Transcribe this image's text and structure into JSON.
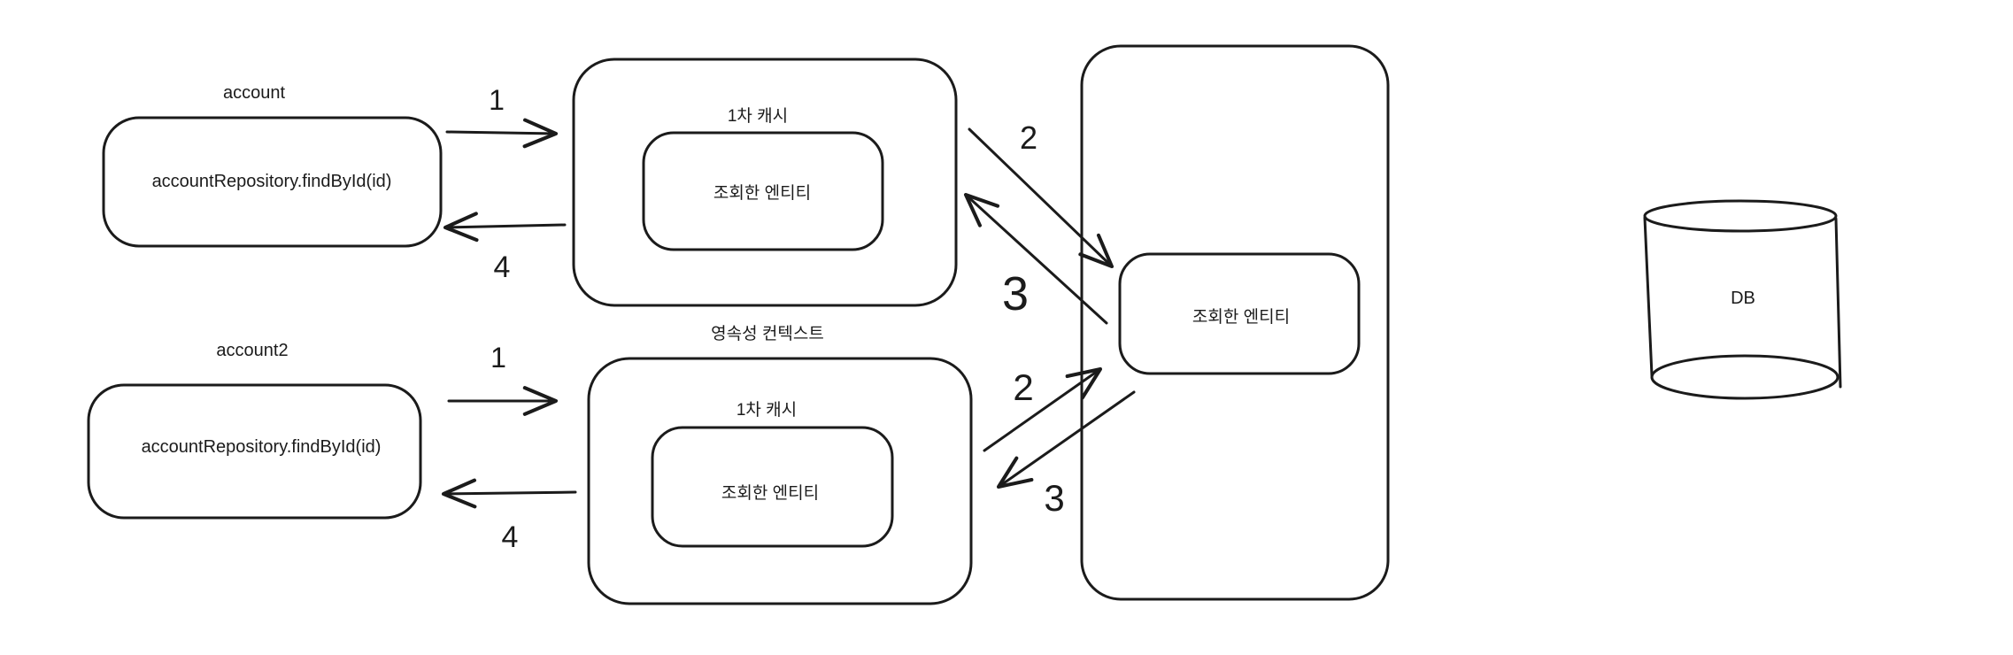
{
  "colors": {
    "stroke": "#1b1b1b",
    "background": "#ffffff"
  },
  "top_flow": {
    "variable_label": "account",
    "repository_call": "accountRepository.findById(id)",
    "cache_title": "1차 캐시",
    "cached_entity": "조회한 엔티티",
    "steps": {
      "call": "1",
      "query_db": "2",
      "load_result": "3",
      "return_entity": "4"
    }
  },
  "bottom_flow": {
    "variable_label": "account2",
    "repository_call": "accountRepository.findById(id)",
    "context_title": "영속성 컨텍스트",
    "cache_title": "1차 캐시",
    "cached_entity": "조회한 엔티티",
    "steps": {
      "call": "1",
      "query_db": "2",
      "load_result": "3",
      "return_entity": "4"
    }
  },
  "db_layer": {
    "loaded_entity": "조회한 엔티티",
    "database_label": "DB"
  }
}
